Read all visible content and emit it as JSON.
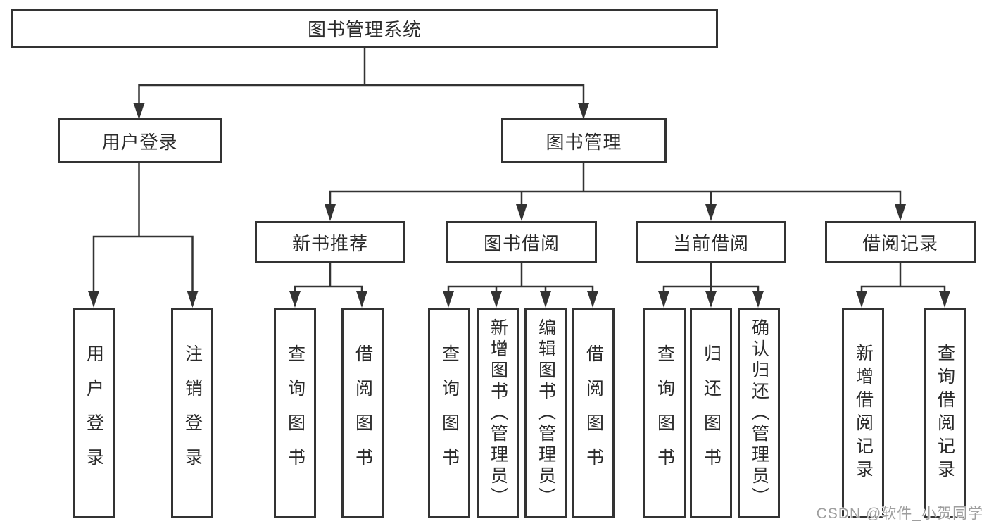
{
  "tree": {
    "root": {
      "label": "图书管理系统",
      "children": [
        {
          "label": "用户登录",
          "children": [
            {
              "label": "用户登录"
            },
            {
              "label": "注销登录"
            }
          ]
        },
        {
          "label": "图书管理",
          "children": [
            {
              "label": "新书推荐",
              "children": [
                {
                  "label": "查询图书"
                },
                {
                  "label": "借阅图书"
                }
              ]
            },
            {
              "label": "图书借阅",
              "children": [
                {
                  "label": "查询图书"
                },
                {
                  "label": "新增图书（管理员）"
                },
                {
                  "label": "编辑图书（管理员）"
                },
                {
                  "label": "借阅图书"
                }
              ]
            },
            {
              "label": "当前借阅",
              "children": [
                {
                  "label": "查询图书"
                },
                {
                  "label": "归还图书"
                },
                {
                  "label": "确认归还（管理员）"
                }
              ]
            },
            {
              "label": "借阅记录",
              "children": [
                {
                  "label": "新增借阅记录"
                },
                {
                  "label": "查询借阅记录"
                }
              ]
            }
          ]
        }
      ]
    }
  },
  "watermark": {
    "text": "CSDN @软件_小贺同学"
  },
  "colors": {
    "line": "#333333",
    "text": "#2a2a2a",
    "watermark": "#9e9e9e",
    "bg": "#ffffff"
  }
}
